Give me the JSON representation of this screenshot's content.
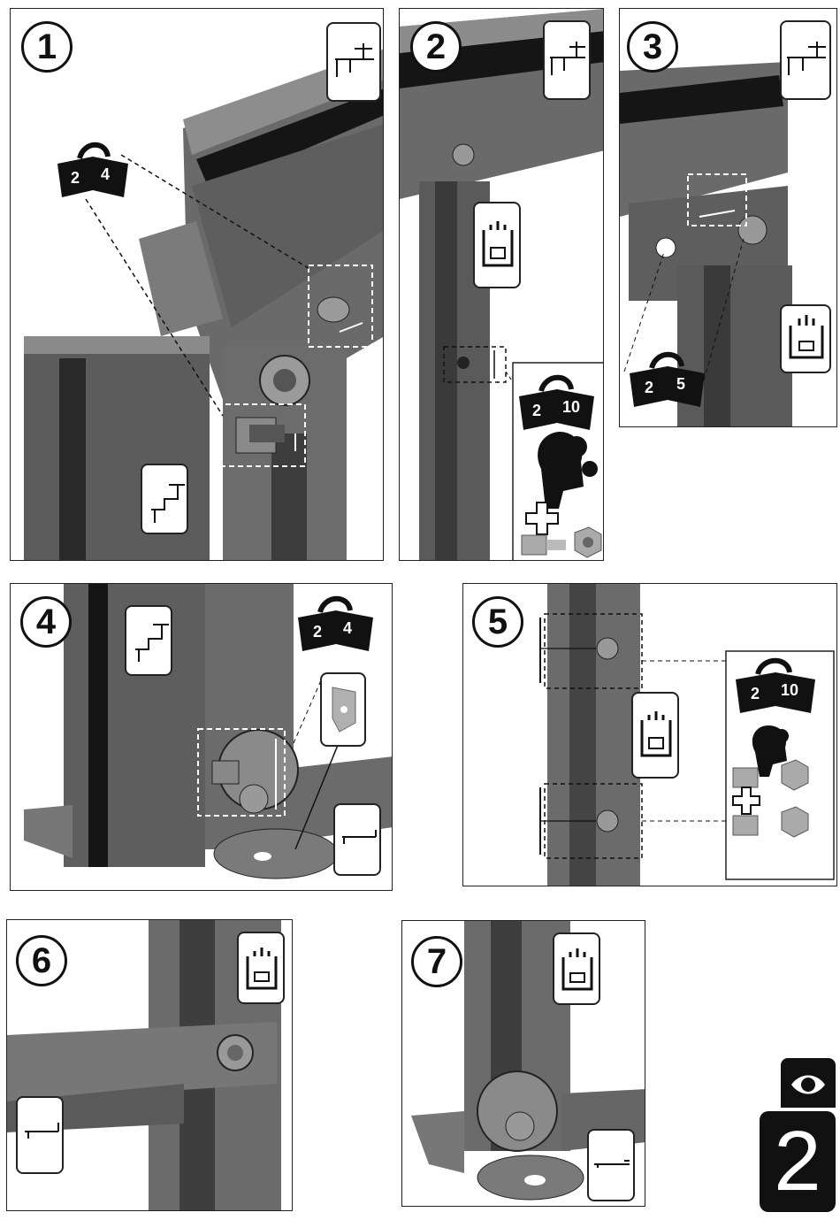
{
  "steps": [
    {
      "number": "1",
      "book": {
        "left": "2",
        "right": "4"
      }
    },
    {
      "number": "2",
      "book": {
        "left": "2",
        "right": "10"
      }
    },
    {
      "number": "3",
      "book": {
        "left": "2",
        "right": "5"
      }
    },
    {
      "number": "4",
      "book": {
        "left": "2",
        "right": "4"
      }
    },
    {
      "number": "5",
      "book": {
        "left": "2",
        "right": "10"
      }
    },
    {
      "number": "6"
    },
    {
      "number": "7"
    }
  ],
  "icons": {
    "book": "instruction-book-icon",
    "profile": "profile-section-icon",
    "slot": "slot-profile-icon",
    "bracket": "angle-bracket-icon",
    "bolt": "bolt-icon",
    "nut": "nut-icon",
    "plus": "plus-icon",
    "head": "thinking-head-icon",
    "eye": "eye-icon"
  },
  "page_badge": {
    "number": "2"
  },
  "colors": {
    "metal": "#6e6e6e",
    "metal_dark": "#3c3c3c",
    "metal_light": "#a8a8a8",
    "ink": "#111111"
  }
}
